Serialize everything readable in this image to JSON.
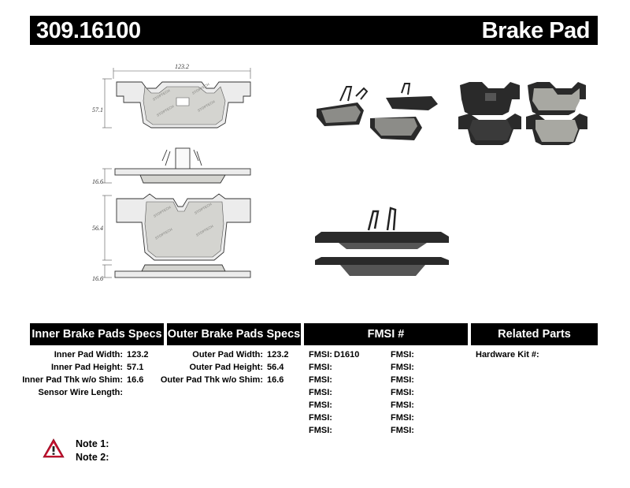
{
  "header": {
    "part_number": "309.16100",
    "product_type": "Brake Pad"
  },
  "drawing": {
    "width": "123.2",
    "inner_height": "57.1",
    "inner_thickness": "16.6",
    "outer_height": "56.4",
    "outer_thickness": "16.6",
    "pad_stamp": "STOPTECH"
  },
  "columns": {
    "inner_title": "Inner Brake Pads Specs",
    "outer_title": "Outer Brake Pads Specs",
    "fmsi_title": "FMSI #",
    "related_title": "Related Parts"
  },
  "inner_specs": [
    {
      "label": "Inner Pad Width:",
      "value": "123.2"
    },
    {
      "label": "Inner Pad Height:",
      "value": "57.1"
    },
    {
      "label": "Inner Pad Thk w/o Shim:",
      "value": "16.6"
    },
    {
      "label": "Sensor Wire Length:",
      "value": ""
    }
  ],
  "outer_specs": [
    {
      "label": "Outer Pad Width:",
      "value": "123.2"
    },
    {
      "label": "Outer Pad Height:",
      "value": "56.4"
    },
    {
      "label": "Outer Pad Thk w/o Shim:",
      "value": "16.6"
    }
  ],
  "fmsi_left": [
    {
      "label": "FMSI:",
      "value": "D1610"
    },
    {
      "label": "FMSI:",
      "value": ""
    },
    {
      "label": "FMSI:",
      "value": ""
    },
    {
      "label": "FMSI:",
      "value": ""
    },
    {
      "label": "FMSI:",
      "value": ""
    },
    {
      "label": "FMSI:",
      "value": ""
    },
    {
      "label": "FMSI:",
      "value": ""
    }
  ],
  "fmsi_right": [
    {
      "label": "FMSI:",
      "value": ""
    },
    {
      "label": "FMSI:",
      "value": ""
    },
    {
      "label": "FMSI:",
      "value": ""
    },
    {
      "label": "FMSI:",
      "value": ""
    },
    {
      "label": "FMSI:",
      "value": ""
    },
    {
      "label": "FMSI:",
      "value": ""
    },
    {
      "label": "FMSI:",
      "value": ""
    }
  ],
  "related": {
    "label": "Hardware Kit #:",
    "value": ""
  },
  "notes": {
    "note1": "Note 1:",
    "note2": "Note 2:"
  },
  "colors": {
    "header_bg": "#000000",
    "warning_red": "#c8102e",
    "pad_friction": "#b9b9b4"
  }
}
